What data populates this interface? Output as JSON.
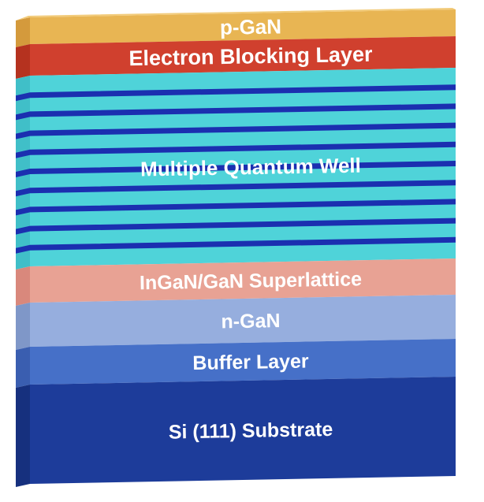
{
  "diagram": {
    "layers": [
      {
        "id": "p-gan",
        "label": "p-GaN",
        "color": "#e8b553",
        "side_color": "#d49a3c"
      },
      {
        "id": "electron-blocking-layer",
        "label": "Electron Blocking Layer",
        "color": "#d0402e",
        "side_color": "#b5321f"
      },
      {
        "id": "multiple-quantum-well",
        "label": "Multiple Quantum Well",
        "color": "#4fd3d9",
        "side_color": "#40bfc8",
        "stripe_color": "#1b2fb0",
        "stripe_count": 9
      },
      {
        "id": "ingan-gan-superlattice",
        "label": "InGaN/GaN Superlattice",
        "color": "#e8a294",
        "side_color": "#d9887c"
      },
      {
        "id": "n-gan",
        "label": "n-GaN",
        "color": "#96aede",
        "side_color": "#7f97c8"
      },
      {
        "id": "buffer-layer",
        "label": "Buffer Layer",
        "color": "#4670c8",
        "side_color": "#3a5eb0"
      },
      {
        "id": "si-111-substrate",
        "label": "Si (111) Substrate",
        "color": "#1d3c9a",
        "side_color": "#16307e"
      }
    ]
  }
}
